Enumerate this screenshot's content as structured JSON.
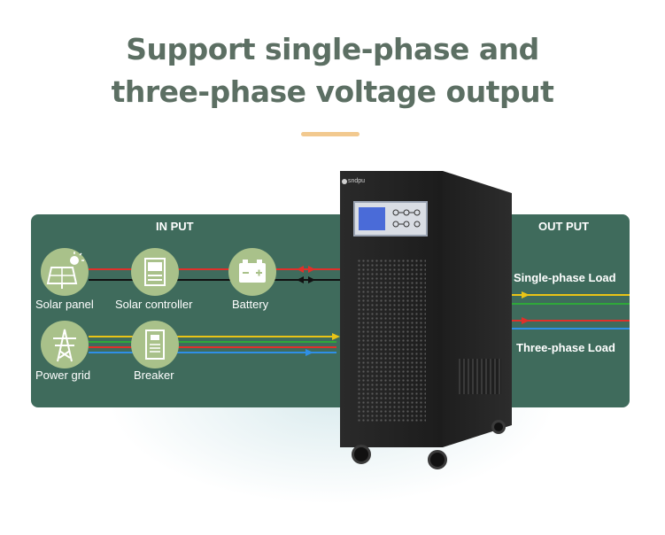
{
  "title": {
    "line1": "Support single-phase and",
    "line2": "three-phase voltage output"
  },
  "input_panel": {
    "header": "IN PUT",
    "nodes": [
      {
        "label": "Solar panel",
        "icon": "solar-panel-icon"
      },
      {
        "label": "Solar controller",
        "icon": "solar-controller-icon"
      },
      {
        "label": "Battery",
        "icon": "battery-icon"
      },
      {
        "label": "Power grid",
        "icon": "power-grid-tower-icon"
      },
      {
        "label": "Breaker",
        "icon": "breaker-icon"
      }
    ]
  },
  "output_panel": {
    "header": "OUT PUT",
    "loads": [
      {
        "label": "Single-phase Load"
      },
      {
        "label": "Three-phase Load"
      }
    ]
  },
  "device": {
    "brand": "sndpu"
  },
  "colors": {
    "panel": "#3f6b5c",
    "icon_circle": "#a9c18a",
    "title": "#5c6f63",
    "underline": "#f2c98f",
    "wire_red": "#e0302a",
    "wire_black": "#111111",
    "wire_yellow": "#e9c416",
    "wire_green": "#2fa83a",
    "wire_blue": "#2f8fe6"
  }
}
